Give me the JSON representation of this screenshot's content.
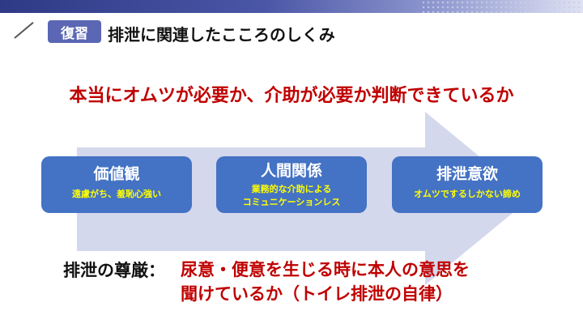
{
  "header": {
    "badge": "復習",
    "title": "排泄に関連したこころのしくみ"
  },
  "headline": "本当にオムツが必要か、介助が必要か判断できているか",
  "boxes": [
    {
      "title": "価値観",
      "sub1": "遠慮がち、羞恥心強い",
      "sub2": ""
    },
    {
      "title": "人間関係",
      "sub1": "業務的な介助による",
      "sub2": "コミュニケーションレス"
    },
    {
      "title": "排泄意欲",
      "sub1": "オムツでするしかない諦め",
      "sub2": ""
    }
  ],
  "bottom": {
    "label": "排泄の尊厳：",
    "line1": "尿意・便意を生じる時に本人の意思を",
    "line2": "聞けているか（トイレ排泄の自律）"
  },
  "colors": {
    "accent_red": "#c00000",
    "box_blue": "#4472c4",
    "highlight_yellow": "#ffff00",
    "arrow_fill": "#d4d8ec",
    "badge": "#5b67b5"
  }
}
